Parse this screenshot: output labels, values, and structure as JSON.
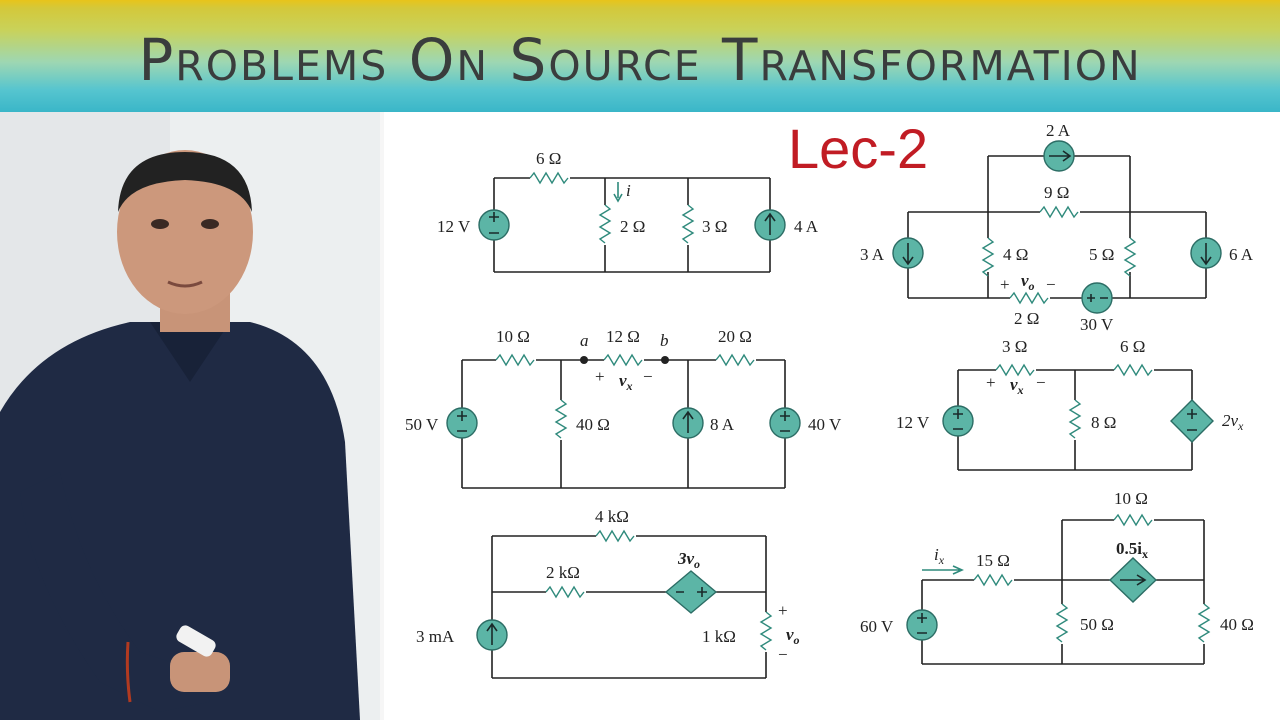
{
  "title": "Problems On Source Transformation",
  "lecture": "Lec-2",
  "colors": {
    "accent_red": "#c11c24",
    "source_teal": "#5cb5a6",
    "banner_top": "#e8c41a",
    "banner_bottom": "#3ab6c8"
  },
  "c1": {
    "r6": "6 Ω",
    "v12": "12 V",
    "i": "i",
    "r2": "2 Ω",
    "r3": "3 Ω",
    "a4": "4 A"
  },
  "c2": {
    "a2": "2 A",
    "r9": "9 Ω",
    "a3": "3 A",
    "r4": "4 Ω",
    "r5": "5 Ω",
    "a6": "6 A",
    "plus": "+",
    "vo": "v",
    "vo_sub": "o",
    "minus": "−",
    "r2": "2 Ω",
    "v30": "30 V"
  },
  "c3": {
    "r10": "10 Ω",
    "a": "a",
    "r12": "12 Ω",
    "b": "b",
    "r20": "20 Ω",
    "plus": "+",
    "vx": "v",
    "vx_sub": "x",
    "minus": "−",
    "v50": "50 V",
    "r40": "40 Ω",
    "a8": "8 A",
    "v40": "40 V"
  },
  "c4": {
    "r3": "3 Ω",
    "r6": "6 Ω",
    "plus": "+",
    "vx": "v",
    "vx_sub": "x",
    "minus": "−",
    "v12": "12 V",
    "r8": "8 Ω",
    "dep": "2v",
    "dep_sub": "x"
  },
  "c5": {
    "r4k": "4 kΩ",
    "r2k": "2 kΩ",
    "dep": "3v",
    "dep_sub": "o",
    "ma3": "3 mA",
    "r1k": "1 kΩ",
    "plus": "+",
    "vo": "v",
    "vo_sub": "o",
    "minus": "−"
  },
  "c6": {
    "r10": "10 Ω",
    "ix": "i",
    "ix_sub": "x",
    "r15": "15 Ω",
    "dep": "0.5i",
    "dep_sub": "x",
    "v60": "60 V",
    "r50": "50 Ω",
    "r40": "40 Ω"
  }
}
